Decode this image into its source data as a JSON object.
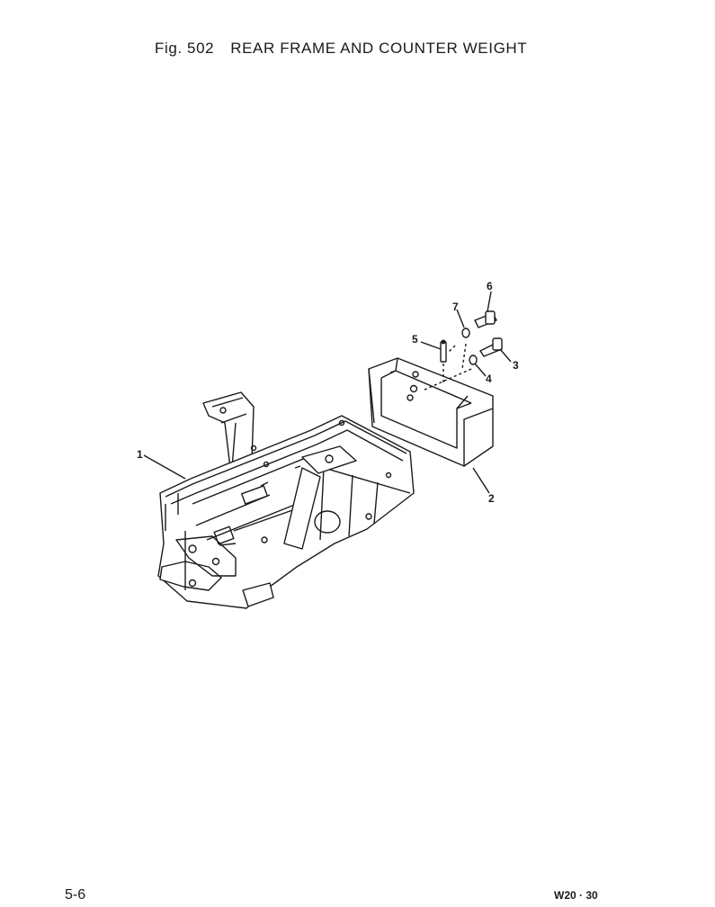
{
  "header": {
    "figure_label": "Fig. 502",
    "title": "REAR FRAME AND COUNTER WEIGHT"
  },
  "diagram": {
    "callouts": [
      {
        "id": "1",
        "text": "1"
      },
      {
        "id": "2",
        "text": "2"
      },
      {
        "id": "3",
        "text": "3"
      },
      {
        "id": "4",
        "text": "4"
      },
      {
        "id": "5",
        "text": "5"
      },
      {
        "id": "6",
        "text": "6"
      },
      {
        "id": "7",
        "text": "7"
      }
    ]
  },
  "footer": {
    "page_number": "5-6",
    "model": "W20 · 30"
  }
}
